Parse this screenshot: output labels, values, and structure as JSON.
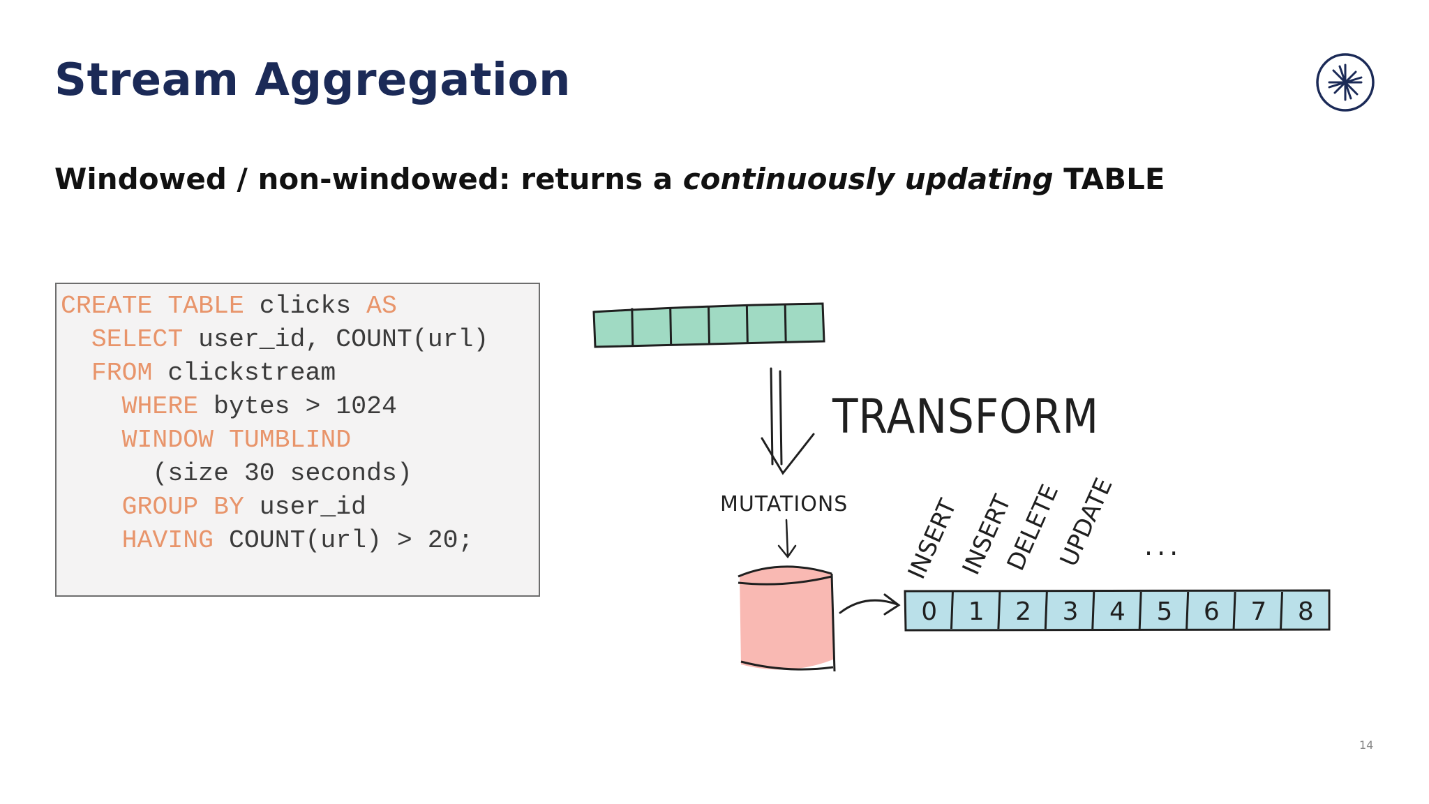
{
  "slide": {
    "title": "Stream Aggregation",
    "subtitle": {
      "part1": "Windowed / non-windowed: returns a ",
      "emphasis": "continuously updating",
      "part2": " TABLE"
    },
    "page_number": "14",
    "logo_icon": "asterisk-burst-icon"
  },
  "code": {
    "lines": [
      {
        "indent": "",
        "tokens": [
          {
            "t": "CREATE TABLE",
            "kw": true
          },
          {
            "t": " clicks ",
            "kw": false
          },
          {
            "t": "AS",
            "kw": true
          }
        ]
      },
      {
        "indent": "  ",
        "tokens": [
          {
            "t": "SELECT",
            "kw": true
          },
          {
            "t": " user_id, COUNT(url)",
            "kw": false
          }
        ]
      },
      {
        "indent": "  ",
        "tokens": [
          {
            "t": "FROM",
            "kw": true
          },
          {
            "t": " clickstream",
            "kw": false
          }
        ]
      },
      {
        "indent": "    ",
        "tokens": [
          {
            "t": "WHERE",
            "kw": true
          },
          {
            "t": " bytes > 1024",
            "kw": false
          }
        ]
      },
      {
        "indent": "    ",
        "tokens": [
          {
            "t": "WINDOW TUMBLIND",
            "kw": true
          }
        ]
      },
      {
        "indent": "      ",
        "tokens": [
          {
            "t": "(size 30 seconds)",
            "kw": false
          }
        ]
      },
      {
        "indent": "    ",
        "tokens": [
          {
            "t": "GROUP BY",
            "kw": true
          },
          {
            "t": " user_id",
            "kw": false
          }
        ]
      },
      {
        "indent": "    ",
        "tokens": [
          {
            "t": "HAVING",
            "kw": true
          },
          {
            "t": " COUNT(url) > 20;",
            "kw": false
          }
        ]
      }
    ]
  },
  "diagram": {
    "transform_label": "TRANSFORM",
    "mutations_label": "MUTATIONS",
    "operations": [
      "INSERT",
      "INSERT",
      "DELETE",
      "UPDATE"
    ],
    "ellipsis": "...",
    "log_cells": [
      "0",
      "1",
      "2",
      "3",
      "4",
      "5",
      "6",
      "7",
      "8"
    ],
    "stream_cell_count": 6,
    "colors": {
      "stream": "#8fd3b8",
      "table": "#f7a7a0",
      "log": "#a9d8e4",
      "keyword": "#e8946a",
      "title": "#1b2a57"
    }
  }
}
